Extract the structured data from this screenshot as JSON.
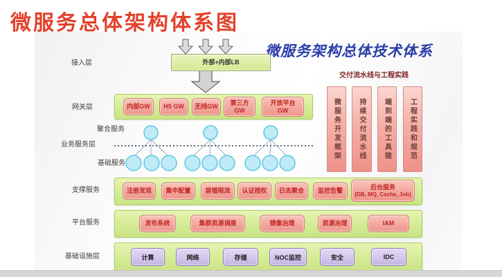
{
  "title": "微服务总体架构体系图",
  "slide_title": "微服务架构总体技术体系",
  "access": {
    "label": "接入层",
    "lb": "外部+内部LB"
  },
  "gateway": {
    "label": "网关层",
    "boxes": [
      {
        "l1": "内部GW"
      },
      {
        "l1": "H5 GW"
      },
      {
        "l1": "无线GW"
      },
      {
        "l1": "第三方",
        "l2": "GW"
      },
      {
        "l1": "开放平台",
        "l2": "GW"
      }
    ]
  },
  "business": {
    "label": "业务服务层",
    "agg": "聚合服务",
    "basic": "基础服务"
  },
  "supporting": {
    "label": "支撑服务",
    "boxes": [
      "注册发现",
      "集中配置",
      "容错限流",
      "认证授权",
      "日志聚合",
      "监控告警"
    ],
    "backend": {
      "l1": "后台服务",
      "l2": "(DB, MQ, Cache, Job)"
    }
  },
  "platform": {
    "label": "平台服务",
    "boxes": [
      "发布系统",
      "集群资源调度",
      "镜像治理",
      "资源治理",
      "IAM"
    ]
  },
  "infra": {
    "label": "基础设施层",
    "boxes": [
      "计算",
      "网络",
      "存储",
      "NOC监控",
      "安全",
      "IDC"
    ]
  },
  "pipeline": {
    "header": "交付流水线与工程实践",
    "boxes": [
      "微服务开发框架",
      "持续交付流水线",
      "端到端的工具链",
      "工程实践和规范"
    ]
  },
  "colors": {
    "title": "#e2412b",
    "slide_title": "#2a3da8",
    "green_container": "#d5eb96",
    "pink_box": "#f2a79e",
    "pink_text": "#c22726",
    "purple_box": "#d3c6ec",
    "circle_fill": "#bfeaf6",
    "circle_border": "#5bc8e0",
    "pipeline_text": "#6e4038",
    "arrow_fill": "#dcdcdc"
  }
}
